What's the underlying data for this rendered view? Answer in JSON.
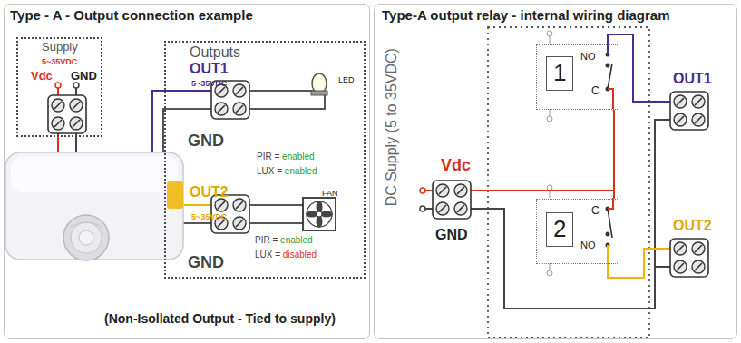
{
  "diagram": {
    "nodes": [
      {
        "text": [
          "Type - A - Output connection example",
          "(Non-Isollated Output - Tied to supply)"
        ]
      },
      {
        "text": [
          "Supply",
          "5~35VDC",
          "Vdc",
          "GND"
        ],
        "in": 0
      },
      {
        "text": [
          "Outputs",
          "OUT1",
          "5~35VDC",
          "GND",
          "LED",
          "PIR = enabled",
          "LUX = enabled",
          "OUT2",
          "5~35VDC",
          "GND",
          "FAN",
          "PIR = enabled",
          "LUX = disabled"
        ],
        "in": 0
      },
      {
        "text": [
          "Type-A output relay - internal wiring diagram"
        ]
      },
      {
        "text": [
          "1",
          "NO",
          "C"
        ],
        "in": 3
      },
      {
        "text": [
          "2",
          "C",
          "NO"
        ],
        "in": 3
      }
    ],
    "edges": [
      {
        "from": 4,
        "to": 5,
        "arrow": "none"
      }
    ],
    "labels": [
      "DC Supply (5 to 35VDC)",
      "Vdc",
      "GND",
      "OUT1",
      "OUT2"
    ]
  }
}
